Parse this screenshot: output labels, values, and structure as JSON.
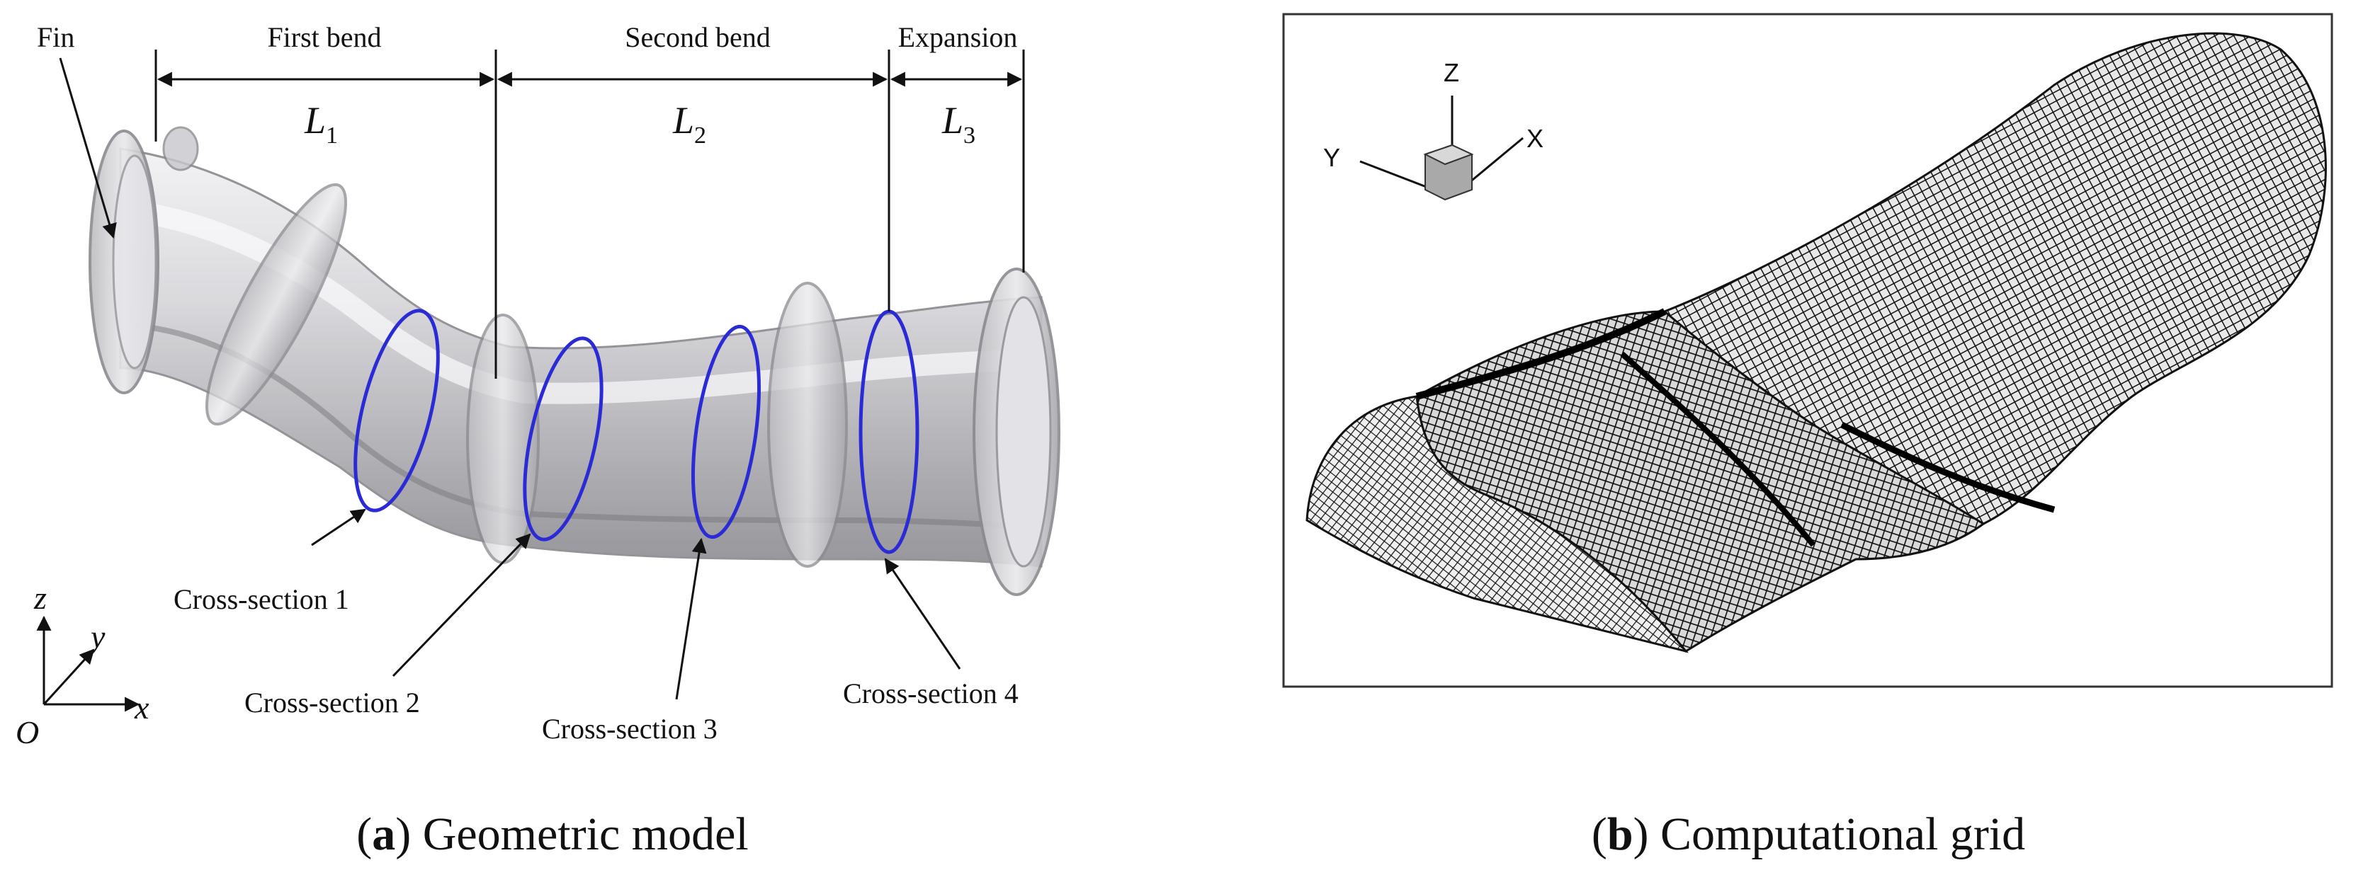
{
  "panel_a": {
    "caption_letter": "a",
    "caption_text": "Geometric model",
    "labels": {
      "fin": "Fin",
      "first_bend": "First bend",
      "second_bend": "Second bend",
      "expansion": "Expansion",
      "l1": "L",
      "l1_sub": "1",
      "l2": "L",
      "l2_sub": "2",
      "l3": "L",
      "l3_sub": "3",
      "cs1": "Cross-section 1",
      "cs2": "Cross-section 2",
      "cs3": "Cross-section 3",
      "cs4": "Cross-section 4"
    },
    "axes": {
      "z": "z",
      "y": "y",
      "x": "x",
      "origin": "O"
    },
    "colors": {
      "cross_section": "#2b2bd6",
      "duct": "#c9c9cc"
    }
  },
  "panel_b": {
    "caption_letter": "b",
    "caption_text": "Computational grid",
    "axes": {
      "z": "Z",
      "y": "Y",
      "x": "X"
    },
    "colors": {
      "mesh": "#111111"
    }
  }
}
